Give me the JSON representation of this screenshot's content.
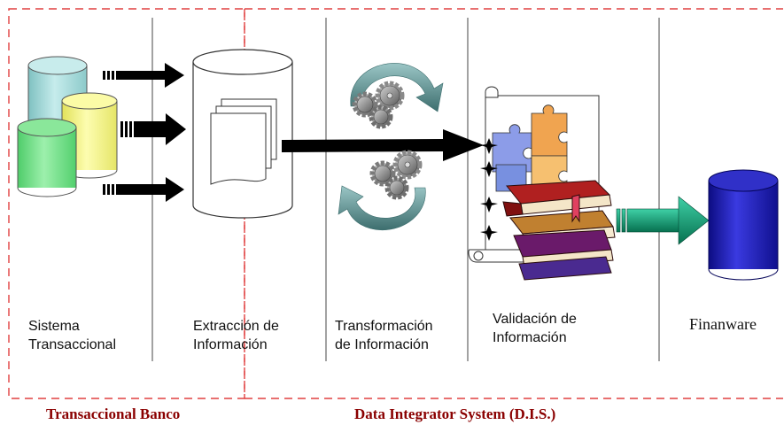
{
  "stages": [
    {
      "label": "Sistema\nTransaccional",
      "icon": "database-cylinders-icon"
    },
    {
      "label": "Extracción de\nInformación",
      "icon": "documents-cylinder-icon"
    },
    {
      "label": "Transformación\nde Información",
      "icon": "gears-cycle-icon"
    },
    {
      "label": "Validación de\nInformación",
      "icon": "scroll-puzzle-books-icon"
    },
    {
      "label": "Finanware",
      "icon": "database-cylinder-icon"
    }
  ],
  "groups": {
    "left": "Transaccional Banco",
    "right": "Data Integrator System (D.I.S.)"
  },
  "colors": {
    "dashed_border": "#e04040",
    "group_label": "#8a0000",
    "cylinder_teal": "#a8dcdc",
    "cylinder_yellow": "#f8f890",
    "cylinder_green": "#78e08c",
    "finanware_blue": "#2020b0",
    "gear": "#8c8c8c",
    "cycle_arrow": "#5a8a8a",
    "export_arrow": "#0a8a6a"
  }
}
